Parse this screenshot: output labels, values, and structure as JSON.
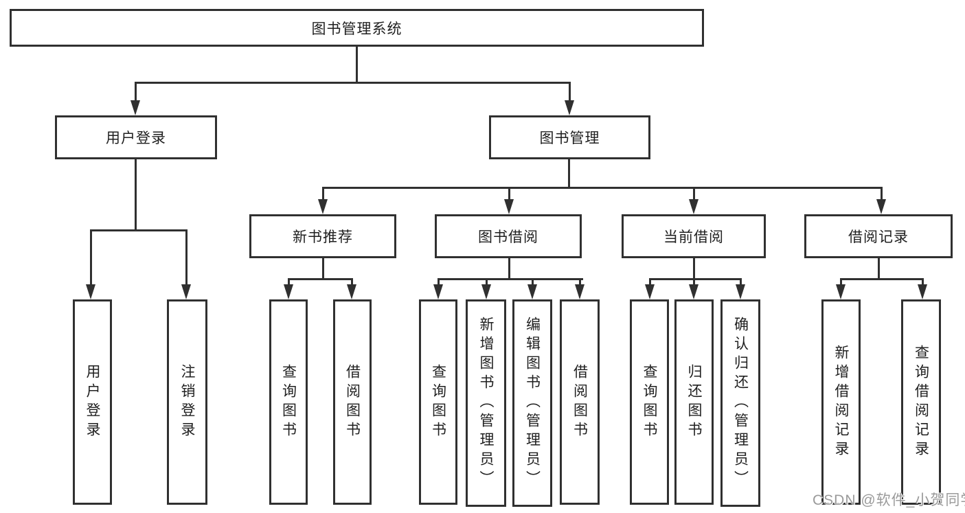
{
  "diagram": {
    "root": {
      "label": "图书管理系统"
    },
    "level2": [
      {
        "label": "用户登录"
      },
      {
        "label": "图书管理"
      }
    ],
    "level3": [
      {
        "label": "新书推荐"
      },
      {
        "label": "图书借阅"
      },
      {
        "label": "当前借阅"
      },
      {
        "label": "借阅记录"
      }
    ],
    "leaves": {
      "login": [
        "用户登录",
        "注销登录"
      ],
      "recommend": [
        "查询图书",
        "借阅图书"
      ],
      "borrow": [
        "查询图书",
        "新增图书（管理员）",
        "编辑图书（管理员）",
        "借阅图书"
      ],
      "current": [
        "查询图书",
        "归还图书",
        "确认归还（管理员）"
      ],
      "records": [
        "新增借阅记录",
        "查询借阅记录"
      ]
    }
  },
  "watermark": {
    "text": "CSDN @软件_小贺同学"
  },
  "colors": {
    "line": "#303030",
    "text": "#1f1f1f",
    "watermark": "#9a9a9a",
    "background": "#ffffff"
  }
}
